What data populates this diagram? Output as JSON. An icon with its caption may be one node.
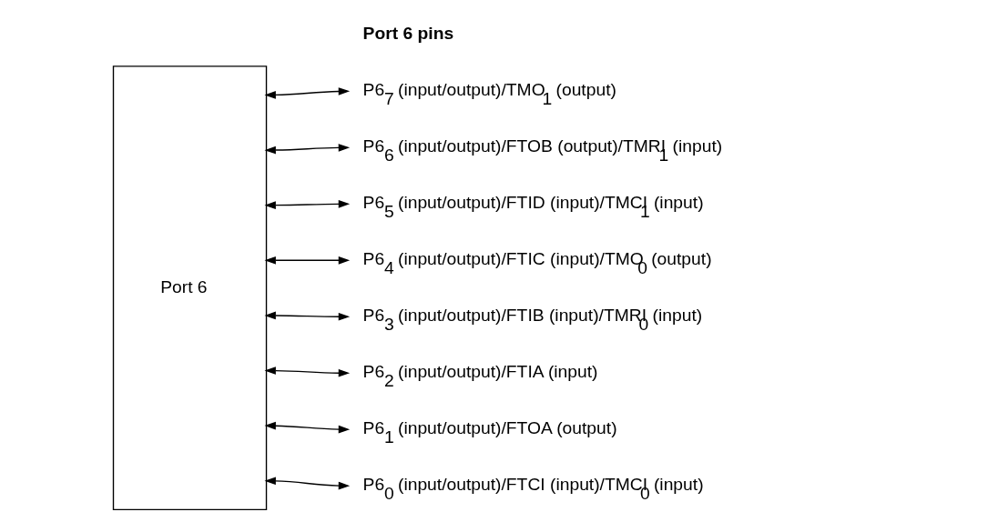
{
  "diagram": {
    "nodes": [
      {
        "text": [
          "Port 6"
        ]
      },
      {
        "text": [
          "P6$_{7}$ (input/output)/TMO$_{1}$ (output)"
        ]
      },
      {
        "text": [
          "P6$_{6}$ (input/output)/FTOB (output)/TMRI$_{1}$ (input)"
        ]
      },
      {
        "text": [
          "P6$_{5}$ (input/output)/FTID (input)/TMCI$_{1}$ (input)"
        ]
      },
      {
        "text": [
          "P6$_{4}$ (input/output)/FTIC (input)/TMO$_{0}$ (output)"
        ]
      },
      {
        "text": [
          "P6$_{3}$ (input/output)/FTIB (input)/TMRI$_{0}$ (input)"
        ]
      },
      {
        "text": [
          "P6$_{2}$ (input/output)/FTIA (input)"
        ]
      },
      {
        "text": [
          "P6$_{1}$ (input/output)/FTOA (output)"
        ]
      },
      {
        "text": [
          "P6$_{0}$ (input/output)/FTCI (input)/TMCI$_{0}$ (input)"
        ]
      }
    ],
    "edges": [
      {
        "from": 0,
        "to": 1,
        "arrow": "both"
      },
      {
        "from": 0,
        "to": 2,
        "arrow": "both"
      },
      {
        "from": 0,
        "to": 3,
        "arrow": "both"
      },
      {
        "from": 0,
        "to": 4,
        "arrow": "both"
      },
      {
        "from": 0,
        "to": 5,
        "arrow": "both"
      },
      {
        "from": 0,
        "to": 6,
        "arrow": "both"
      },
      {
        "from": 0,
        "to": 7,
        "arrow": "both"
      },
      {
        "from": 0,
        "to": 8,
        "arrow": "both"
      }
    ],
    "labels": [
      "**Port 6 pins**"
    ]
  }
}
